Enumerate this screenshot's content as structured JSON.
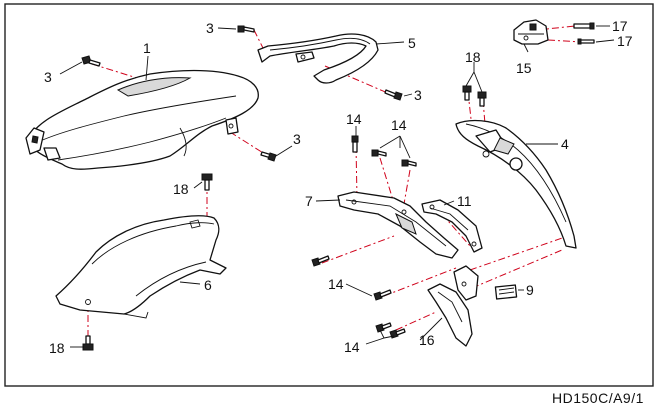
{
  "colors": {
    "line": "#111111",
    "guide": "#d0021b",
    "frame": "#222222"
  },
  "drawing_code": "HD150C/A9/1",
  "callouts": {
    "c1": "1",
    "c3a": "3",
    "c3b": "3",
    "c3c": "3",
    "c3d": "3",
    "c4": "4",
    "c5": "5",
    "c6": "6",
    "c7": "7",
    "c9": "9",
    "c11": "11",
    "c14a": "14",
    "c14b": "14",
    "c14c": "14",
    "c14d": "14",
    "c15": "15",
    "c16": "16",
    "c17a": "17",
    "c17b": "17",
    "c18a": "18",
    "c18b": "18",
    "c18c": "18"
  }
}
